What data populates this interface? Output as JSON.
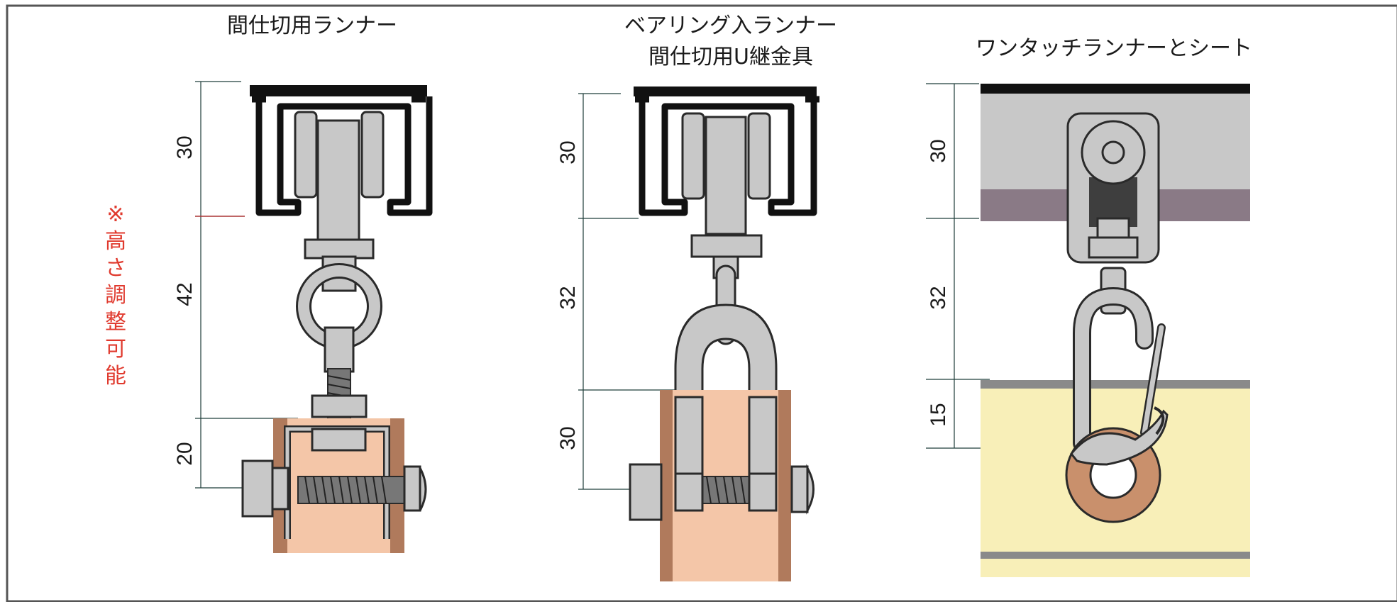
{
  "panels": [
    {
      "title_lines": [
        "間仕切用ランナー"
      ],
      "dims": [
        "30",
        "42",
        "20"
      ]
    },
    {
      "title_lines": [
        "ベアリング入ランナー",
        "間仕切用U継金具"
      ],
      "dims": [
        "30",
        "32",
        "30"
      ]
    },
    {
      "title_lines": [
        "ワンタッチランナーとシート"
      ],
      "dims": [
        "30",
        "32",
        "15"
      ]
    }
  ],
  "note": {
    "mark": "※",
    "chars": [
      "高",
      "さ",
      "調",
      "整",
      "可",
      "能"
    ],
    "color": "#e03a2e"
  },
  "colors": {
    "frame": "#555555",
    "steel": "#c8c8c8",
    "wood": "#f4c6a8",
    "wood_edge": "#b07a5c",
    "sheet": "#f8efb8",
    "sheet_band": "#8a8a8a",
    "track_gray": "#c8c8c8",
    "track_purple": "#8a7a86",
    "ring": "#c9906c"
  }
}
